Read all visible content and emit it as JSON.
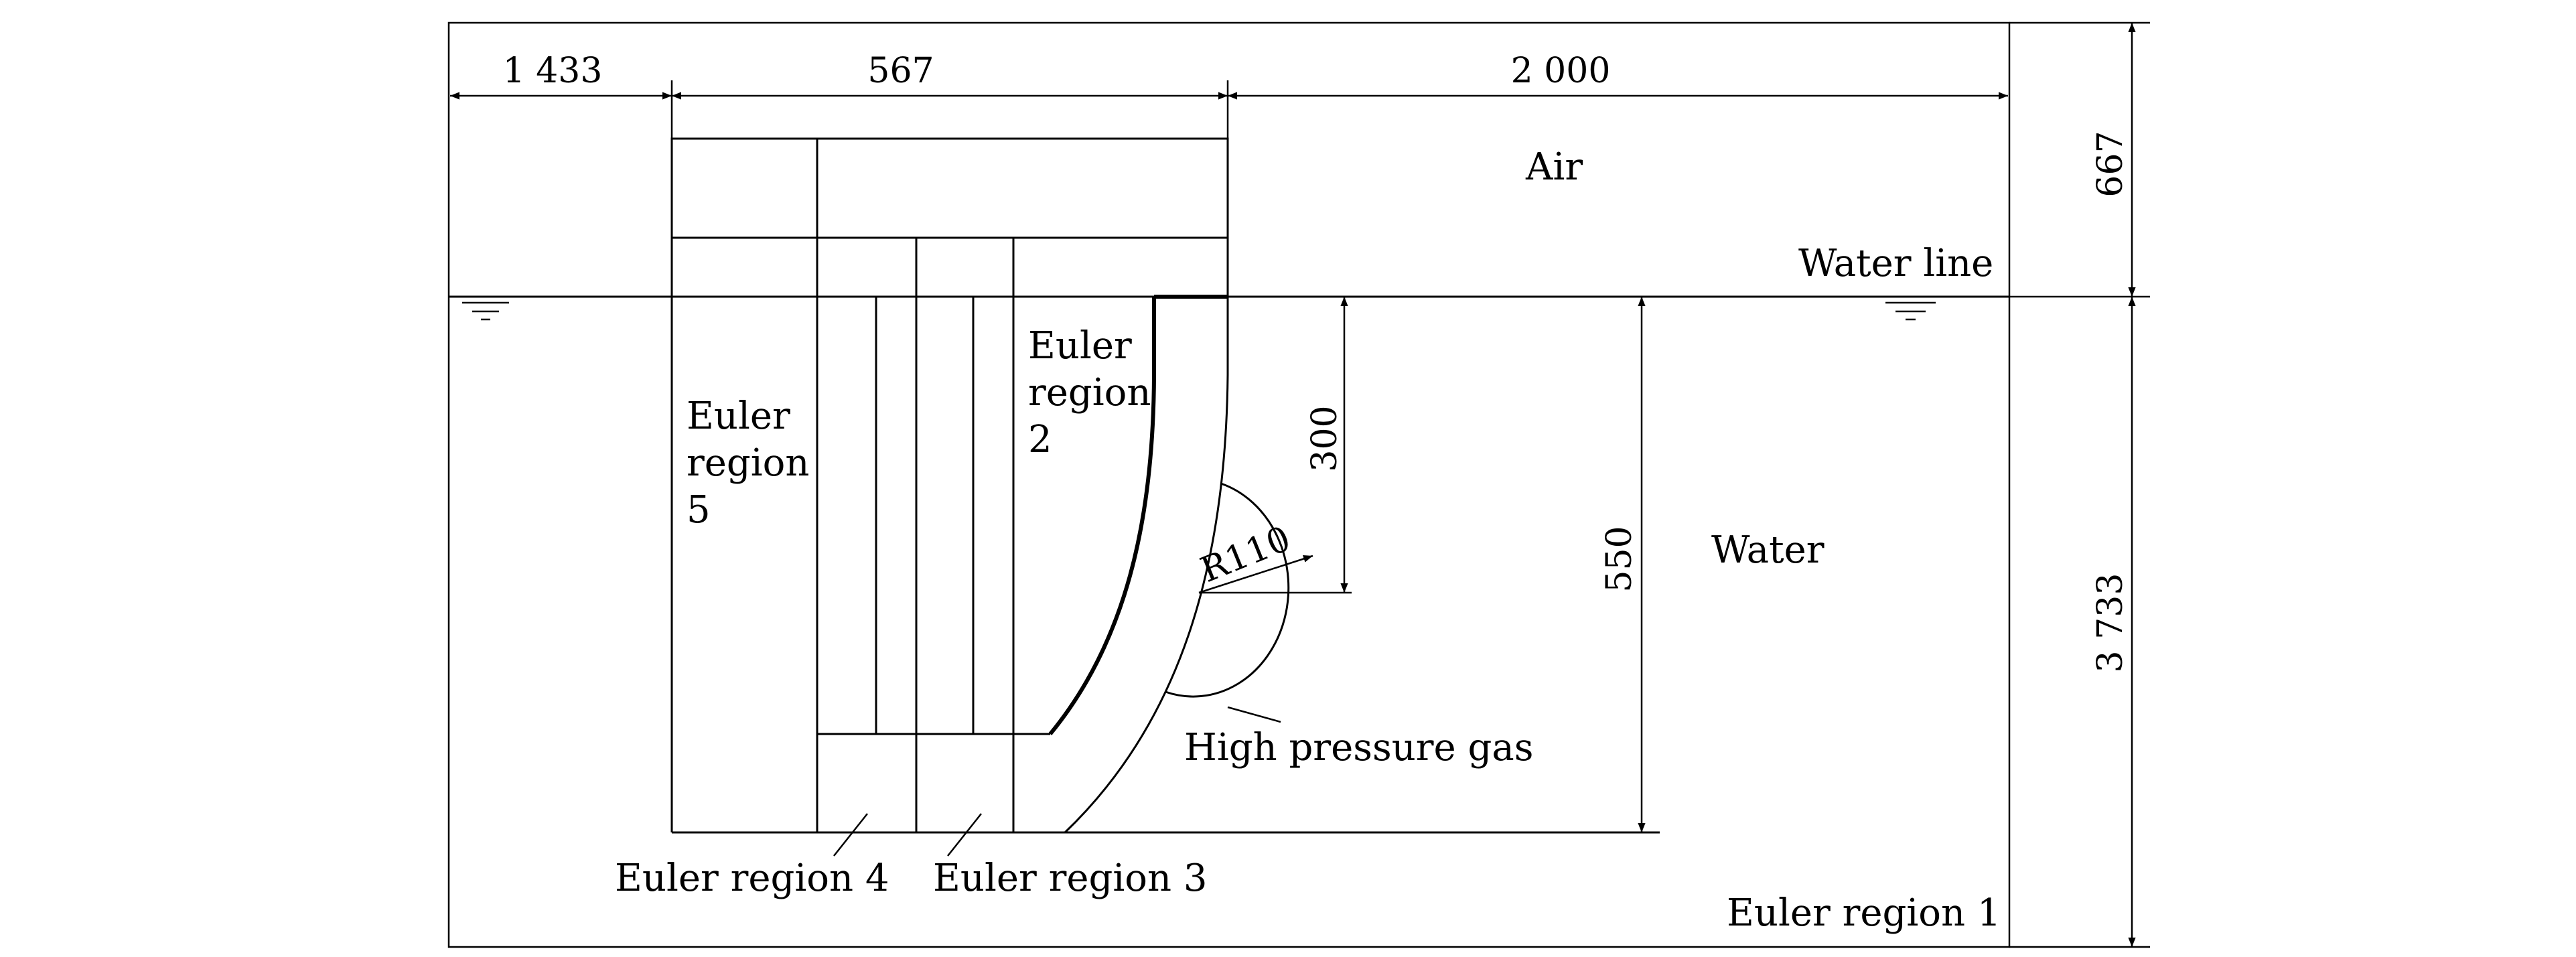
{
  "diagram": {
    "dimensions": {
      "left_gap": "1 433",
      "structure_width": "567",
      "right_gap": "2 000",
      "air_height": "667",
      "water_depth": "3 733",
      "gas_depth": "300",
      "structure_depth": "550",
      "gas_radius": "R110"
    },
    "labels": {
      "air": "Air",
      "water_line": "Water line",
      "water": "Water",
      "euler_region_5": [
        "Euler",
        "region",
        "5"
      ],
      "euler_region_2": [
        "Euler",
        "region",
        "2"
      ],
      "high_pressure_gas": "High pressure gas",
      "euler_region_4": "Euler region 4",
      "euler_region_3": "Euler region 3",
      "euler_region_1": "Euler region 1"
    }
  }
}
